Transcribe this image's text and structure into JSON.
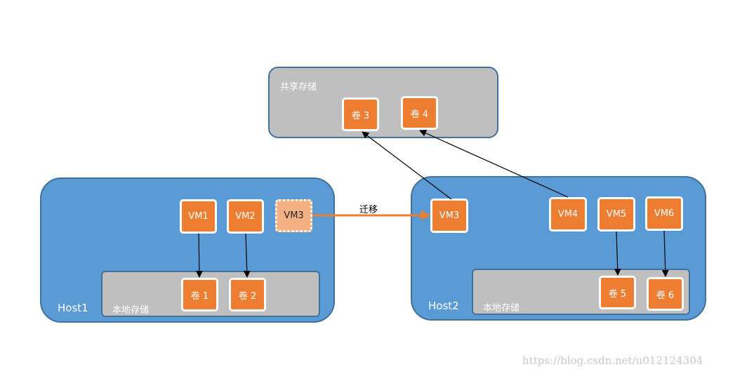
{
  "shared_storage": {
    "label": "共享存储"
  },
  "volumes": {
    "vol1": "卷 1",
    "vol2": "卷 2",
    "vol3": "卷 3",
    "vol4": "卷 4",
    "vol5": "卷 5",
    "vol6": "卷 6"
  },
  "host1": {
    "label": "Host1",
    "local_storage": "本地存储",
    "vms": [
      "VM1",
      "VM2",
      "VM3"
    ]
  },
  "host2": {
    "label": "Host2",
    "local_storage": "本地存储",
    "vms": [
      "VM3",
      "VM4",
      "VM5",
      "VM6"
    ]
  },
  "migration": {
    "label": "迁移"
  },
  "watermark": "https://blog.csdn.net/u012124304",
  "colors": {
    "host_fill": "#5b9bd5",
    "panel_border": "#41719c",
    "storage_fill": "#bfbfbf",
    "node_fill": "#ed7d31",
    "ghost_node_fill": "#f4b183"
  }
}
